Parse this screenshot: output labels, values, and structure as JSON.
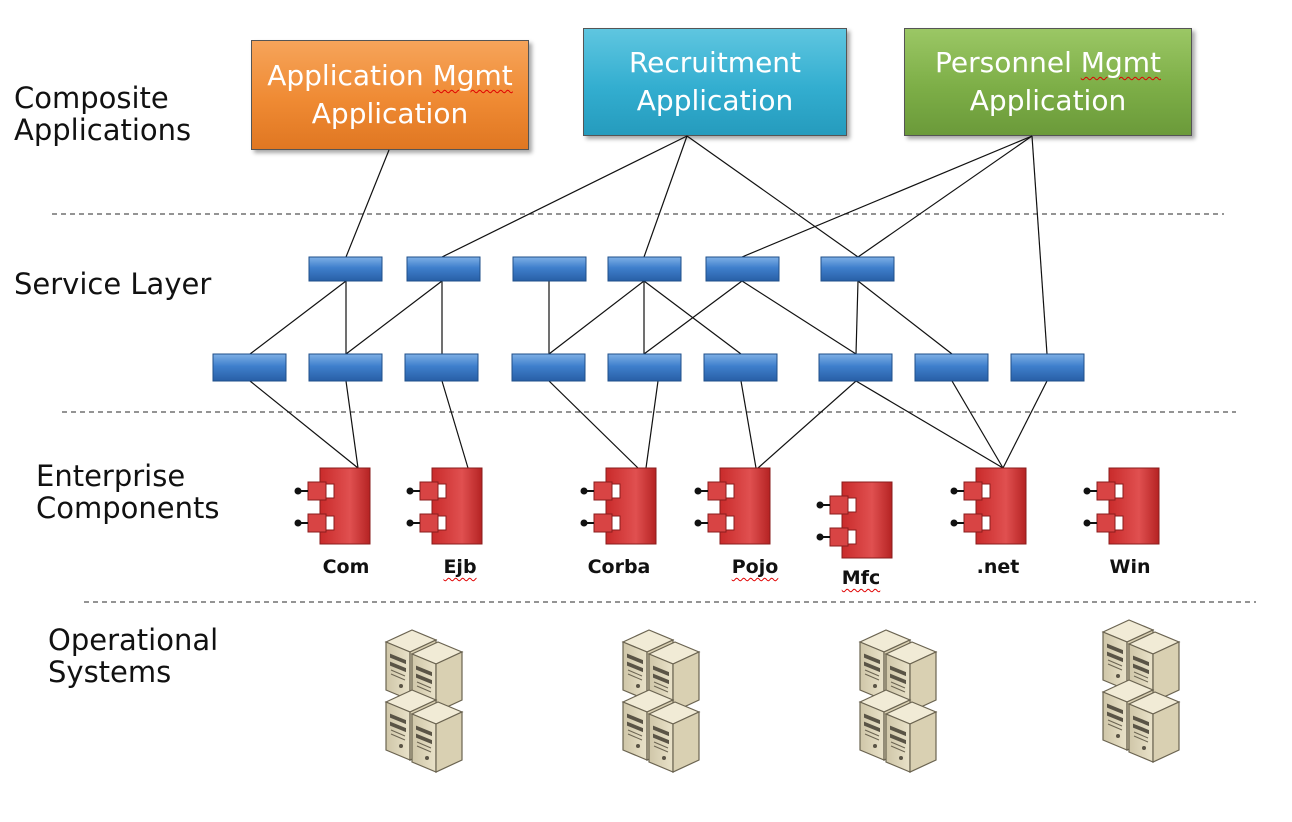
{
  "layers": {
    "composite": "Composite\nApplications",
    "service": "Service Layer",
    "enterprise": "Enterprise\nComponents",
    "operational": "Operational\nSystems"
  },
  "apps": {
    "app_mgmt": {
      "line1a": "Application ",
      "line1b": "Mgmt",
      "line2": "Application",
      "color": "#ef8a33"
    },
    "recruitment": {
      "line1": "Recruitment",
      "line2": "Application",
      "color": "#33aed0"
    },
    "personnel": {
      "line1a": "Personnel ",
      "line1b": "Mgmt",
      "line2": "Application",
      "color": "#7dae47"
    }
  },
  "components": [
    "Com",
    "Ejb",
    "Corba",
    "Pojo",
    "Mfc",
    ".net",
    "Win"
  ],
  "colors": {
    "service_block": "#3a78c2",
    "component": "#d63a3a",
    "server": "#e8dfc4",
    "divider": "#555555"
  },
  "icons": {
    "service": "service-block-icon",
    "component": "component-icon",
    "server": "server-stack-icon"
  }
}
